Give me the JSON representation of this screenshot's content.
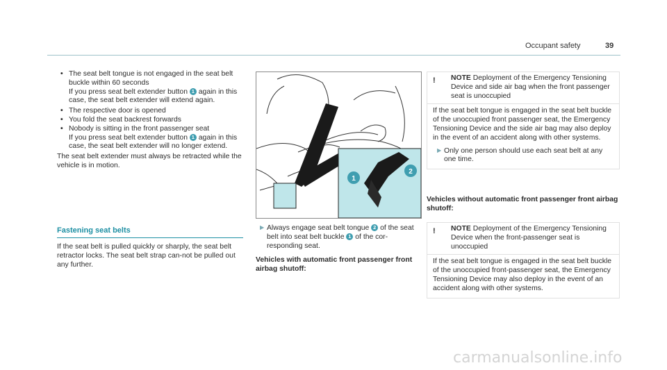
{
  "header": {
    "title": "Occupant safety",
    "page_number": "39"
  },
  "col1": {
    "bullets": [
      {
        "text": "The seat belt tongue is not engaged in the seat belt buckle within 60 seconds",
        "sub_pre": "If you press seat belt extender button",
        "sub_num": "1",
        "sub_post": "again in this case, the seat belt extender will extend again."
      },
      {
        "text": "The respective door is opened"
      },
      {
        "text": "You fold the seat backrest forwards"
      },
      {
        "text": "Nobody is sitting in the front passenger seat",
        "sub_pre": "If you press seat belt extender button",
        "sub_num": "1",
        "sub_post": "again in this case, the seat belt extender will no longer extend."
      }
    ],
    "paragraph": "The seat belt extender must always be retracted while the vehicle is in motion."
  },
  "section": {
    "heading": "Fastening seat belts",
    "body": "If the seat belt is pulled quickly or sharply, the seat belt retractor locks. The seat belt strap can-not be pulled out any further."
  },
  "figure": {
    "callout1": "1",
    "callout2": "2",
    "accent": "#bfe6ea"
  },
  "col2": {
    "step_a": "Always engage seat belt tongue",
    "step_n2": "2",
    "step_b": "of the seat belt into seat belt buckle",
    "step_n1": "1",
    "step_c": "of the cor-responding seat.",
    "heading": "Vehicles with automatic front passenger front airbag shutoff:"
  },
  "note1": {
    "label": "NOTE",
    "title": "Deployment of the Emergency Tensioning Device and side air bag when the front passenger seat is unoccupied",
    "body": "If the seat belt tongue is engaged in the seat belt buckle of the unoccupied front passenger seat, the Emergency Tensioning Device and the side air bag may also deploy in the event of an accident along with other systems.",
    "step": "Only one person should use each seat belt at any one time."
  },
  "mid_heading": "Vehicles without automatic front passenger front airbag shutoff:",
  "note2": {
    "label": "NOTE",
    "title": "Deployment of the Emergency Tensioning Device when the front-passenger seat is unoccupied",
    "body": "If the seat belt tongue is engaged in the seat belt buckle of the unoccupied front-passenger seat, the Emergency Tensioning Device may also deploy in the event of an accident along with other systems."
  },
  "watermark": "carmanualsonline.info"
}
